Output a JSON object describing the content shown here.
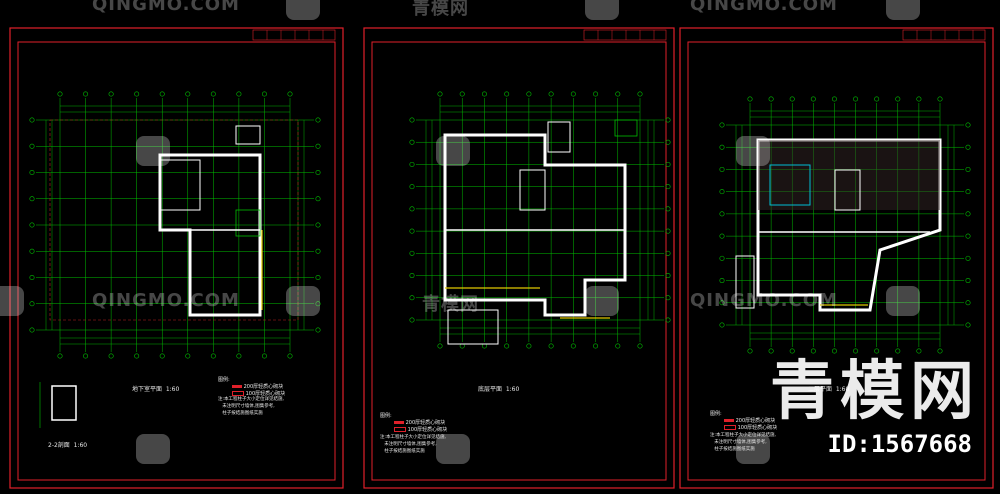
{
  "watermark": {
    "site_text": "QINGMO.COM",
    "brand_cn": "青模网",
    "big_brand": "青模网",
    "id_label": "ID:1567668"
  },
  "sheets": [
    {
      "title": "地下室平面",
      "scale": "1:60",
      "legend_label": "图例:"
    },
    {
      "title": "底层平面",
      "scale": "1:60",
      "legend_label": "图例:"
    },
    {
      "title": "二层平面",
      "scale": "1:60",
      "legend_label": "图例:"
    }
  ],
  "section_label": {
    "title": "2-2剖面",
    "scale": "1:60"
  },
  "legend_items": [
    "200厚轻质心砌块",
    "100厚轻质心砌块"
  ],
  "note_text": "注:本工程柱子大小定位详见结施,\n   未注明尺寸墙体,图集参考,\n   柱子按结施图纸实施",
  "colors": {
    "frame": "#e0202a",
    "axis": "#00c000",
    "wall": "#ffffff",
    "dim": "#00b000",
    "yellow": "#e0c800",
    "cyan": "#00bcd4"
  }
}
